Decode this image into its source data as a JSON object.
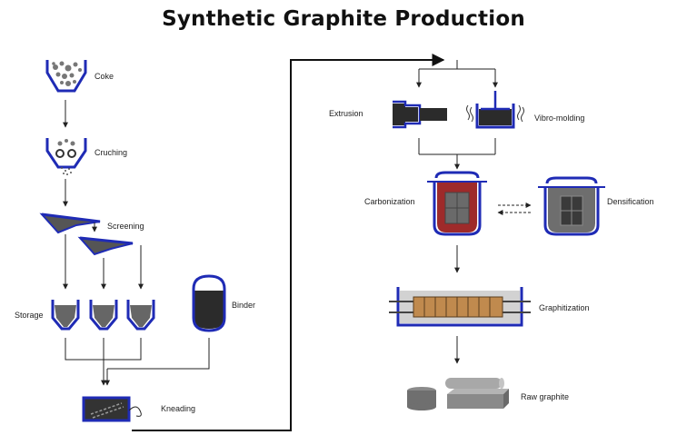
{
  "title": "Synthetic Graphite Production",
  "steps": {
    "coke": "Coke",
    "crushing": "Cruching",
    "screening": "Screening",
    "storage": "Storage",
    "binder": "Binder",
    "kneading": "Kneading",
    "extrusion": "Extrusion",
    "vibro_molding": "Vibro-molding",
    "carbonization": "Carbonization",
    "densification": "Densification",
    "graphitization": "Graphitization",
    "raw_graphite": "Raw graphite"
  },
  "colors": {
    "vessel_blue": "#1f2bb5",
    "material_gray": "#666666",
    "dark": "#2b2b2b",
    "carbonization_red": "#9e2a2a",
    "densification_fill": "#6e6e6e",
    "electrode_brown": "#c08a4e",
    "line": "#222222"
  }
}
